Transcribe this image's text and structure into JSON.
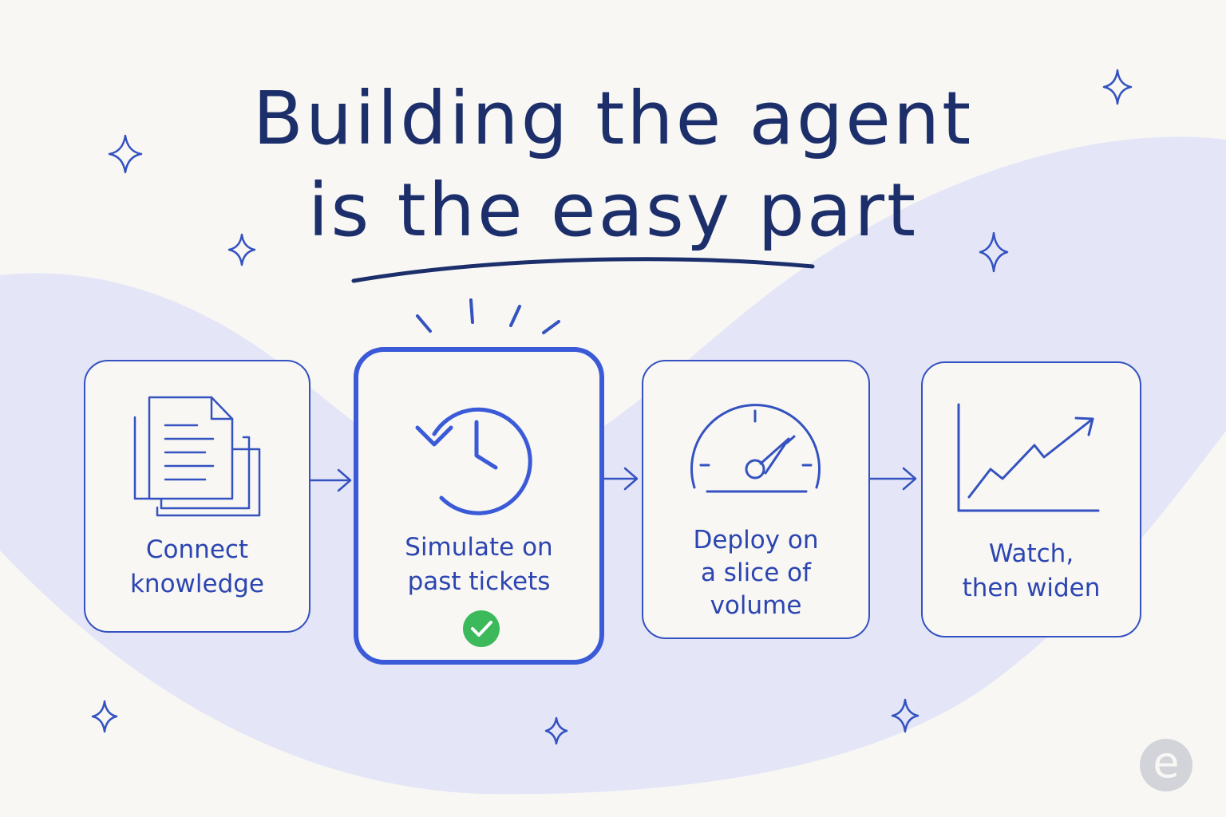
{
  "title": {
    "line1": "Building the agent",
    "line2": "is the easy part"
  },
  "steps": [
    {
      "icon": "document-stack-icon",
      "label_lines": [
        "Connect",
        "knowledge"
      ],
      "highlighted": false,
      "checked": false
    },
    {
      "icon": "history-clock-icon",
      "label_lines": [
        "Simulate on",
        "past tickets"
      ],
      "highlighted": true,
      "checked": true
    },
    {
      "icon": "speedometer-icon",
      "label_lines": [
        "Deploy on",
        "a slice of",
        "volume"
      ],
      "highlighted": false,
      "checked": false
    },
    {
      "icon": "rising-chart-icon",
      "label_lines": [
        "Watch,",
        "then widen"
      ],
      "highlighted": false,
      "checked": false
    }
  ],
  "colors": {
    "title": "#1c2f6b",
    "line": "#3452c0",
    "highlight": "#3a5ad8",
    "blob": "#e4e6f8",
    "background": "#f8f7f4",
    "check": "#3cb95a"
  },
  "logo": {
    "icon": "e-logo-icon",
    "letter": "e"
  }
}
